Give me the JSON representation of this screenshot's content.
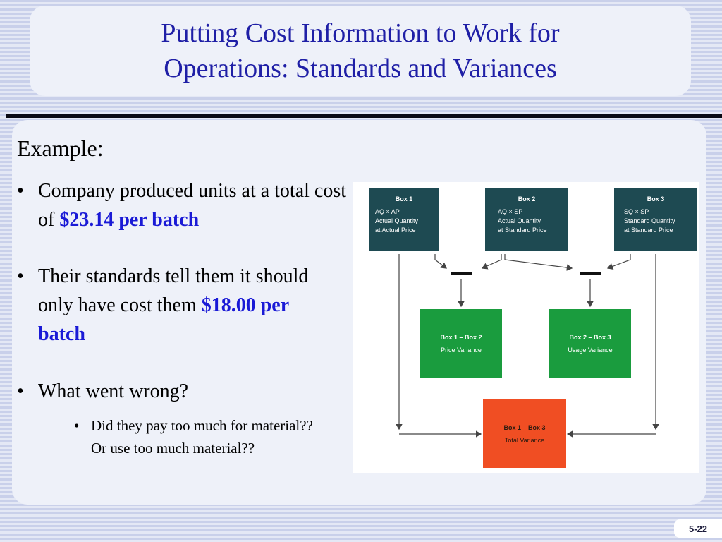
{
  "title": {
    "line1": "Putting Cost Information to Work for",
    "line2": "Operations: Standards and Variances"
  },
  "example_label": "Example:",
  "bullets": [
    {
      "text": "Company produced units at a total cost of ",
      "highlight": "$23.14 per batch"
    },
    {
      "text": "Their standards tell them it should only have cost them ",
      "highlight": "$18.00 per batch"
    },
    {
      "text": "What went wrong?"
    }
  ],
  "sub_bullets": [
    {
      "text": "Did they pay too much for material?? Or use too much material??"
    }
  ],
  "bullet_symbol": "•",
  "diagram": {
    "box1": {
      "title": "Box 1",
      "line1": "AQ × AP",
      "line2": "Actual Quantity",
      "line3": "at Actual Price"
    },
    "box2": {
      "title": "Box 2",
      "line1": "AQ × SP",
      "line2": "Actual Quantity",
      "line3": "at Standard Price"
    },
    "box3": {
      "title": "Box 3",
      "line1": "SQ × SP",
      "line2": "Standard Quantity",
      "line3": "at Standard Price"
    },
    "price_variance": {
      "title": "Box 1 – Box 2",
      "label": "Price Variance"
    },
    "usage_variance": {
      "title": "Box 2 – Box 3",
      "label": "Usage Variance"
    },
    "total_variance": {
      "title": "Box 1 – Box 3",
      "label": "Total Variance"
    },
    "colors": {
      "teal": "#1e4a52",
      "green": "#1a9c3e",
      "red": "#f04e23"
    }
  },
  "page_number": "5-22",
  "colors": {
    "title": "#1f1fa6",
    "highlight": "#1a1ad6"
  }
}
